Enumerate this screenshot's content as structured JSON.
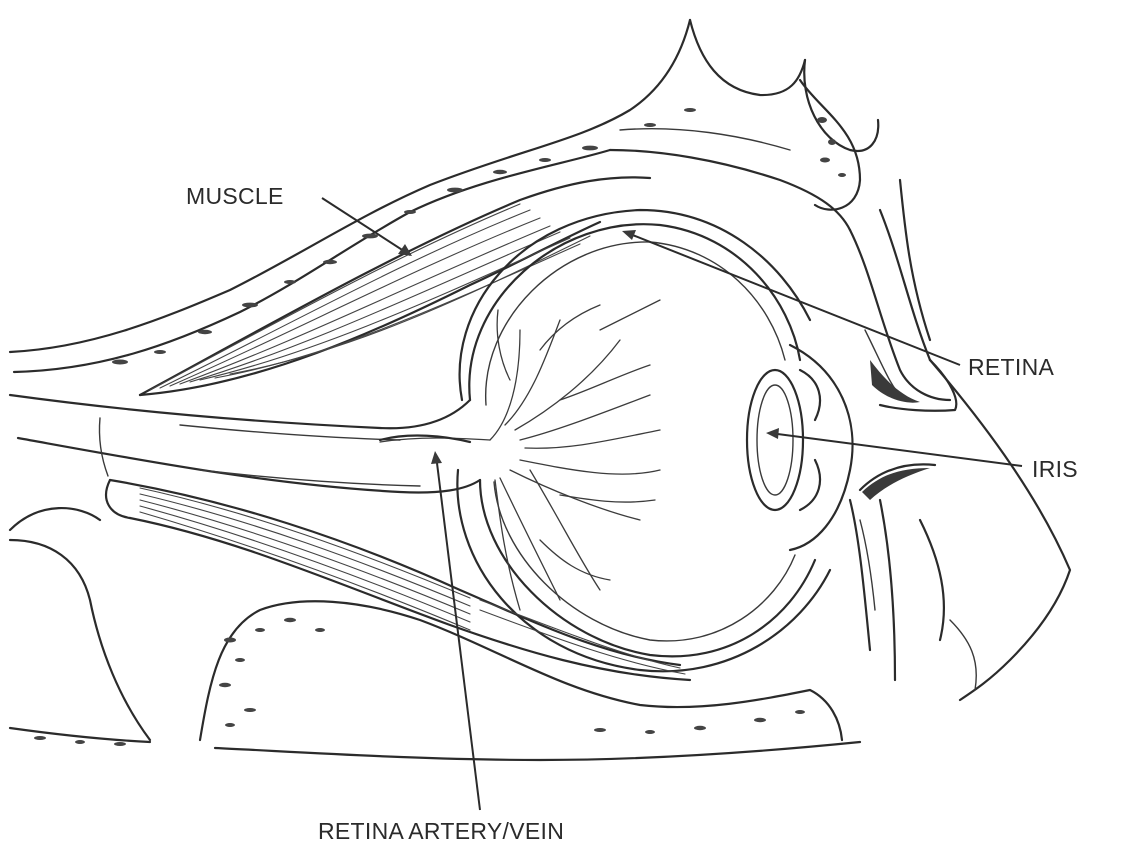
{
  "labels": {
    "muscle": "MUSCLE",
    "retina": "RETINA",
    "iris": "IRIS",
    "retina_artery_vein": "RETINA ARTERY/VEIN"
  },
  "colors": {
    "ink": "#2b2b2b",
    "background": "#ffffff"
  }
}
